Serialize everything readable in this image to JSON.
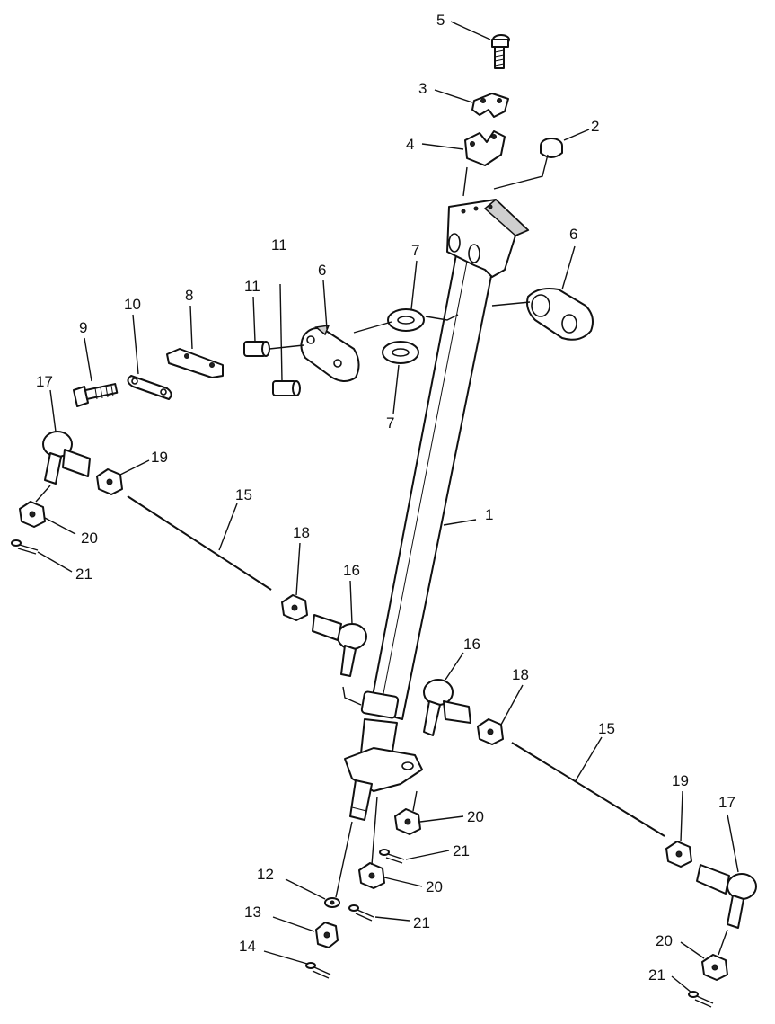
{
  "callouts": {
    "n1": "1",
    "n2": "2",
    "n3": "3",
    "n4": "4",
    "n5": "5",
    "n6a": "6",
    "n6b": "6",
    "n7a": "7",
    "n7b": "7",
    "n8": "8",
    "n9": "9",
    "n10": "10",
    "n11a": "11",
    "n11b": "11",
    "n12": "12",
    "n13": "13",
    "n14": "14",
    "n15a": "15",
    "n15b": "15",
    "n16a": "16",
    "n16b": "16",
    "n17a": "17",
    "n17b": "17",
    "n18a": "18",
    "n18b": "18",
    "n19a": "19",
    "n19b": "19",
    "n20a": "20",
    "n20b": "20",
    "n20c": "20",
    "n20d": "20",
    "n21a": "21",
    "n21b": "21",
    "n21c": "21",
    "n21d": "21"
  },
  "colors": {
    "line": "#111111",
    "background": "#ffffff"
  }
}
